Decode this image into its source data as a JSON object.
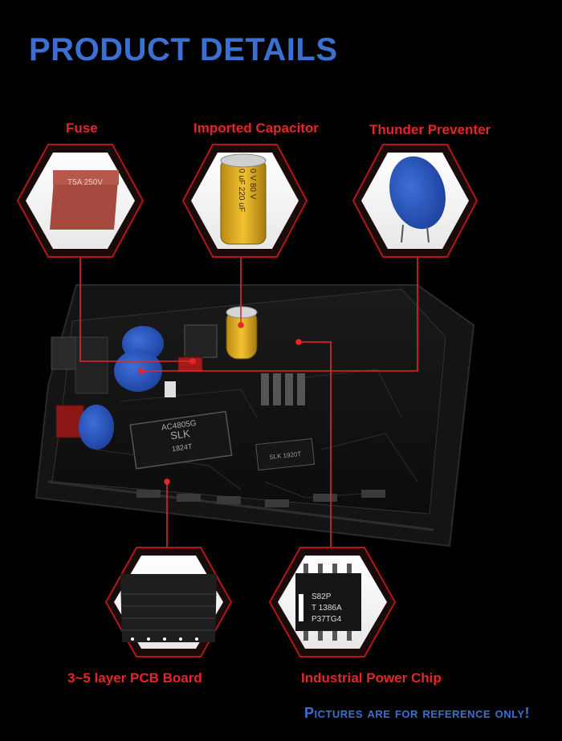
{
  "header": {
    "title": "PRODUCT DETAILS"
  },
  "components": {
    "fuse": {
      "label": "Fuse",
      "marking": "T5A 250V"
    },
    "capacitor": {
      "label": "Imported Capacitor",
      "marking_top": "0 V  80 V",
      "marking_bottom": "0 uF  220 uF"
    },
    "thunder": {
      "label": "Thunder Preventer"
    },
    "pcb": {
      "label": "3~5 layer PCB Board"
    },
    "chip": {
      "label": "Industrial Power Chip",
      "line1": "S82P",
      "line2": "T 1386A",
      "line3": "P37TG4"
    }
  },
  "board": {
    "main_chip_line1": "SLK",
    "main_chip_line2": "1824T",
    "main_chip_line3": "AC4805G",
    "small_chip": "SLK 1920T"
  },
  "footer": {
    "note": "Pictures are for reference only!"
  },
  "colors": {
    "accent_blue": "#3b6fd1",
    "label_red": "#e6262a",
    "frame_red": "#b3161a"
  }
}
